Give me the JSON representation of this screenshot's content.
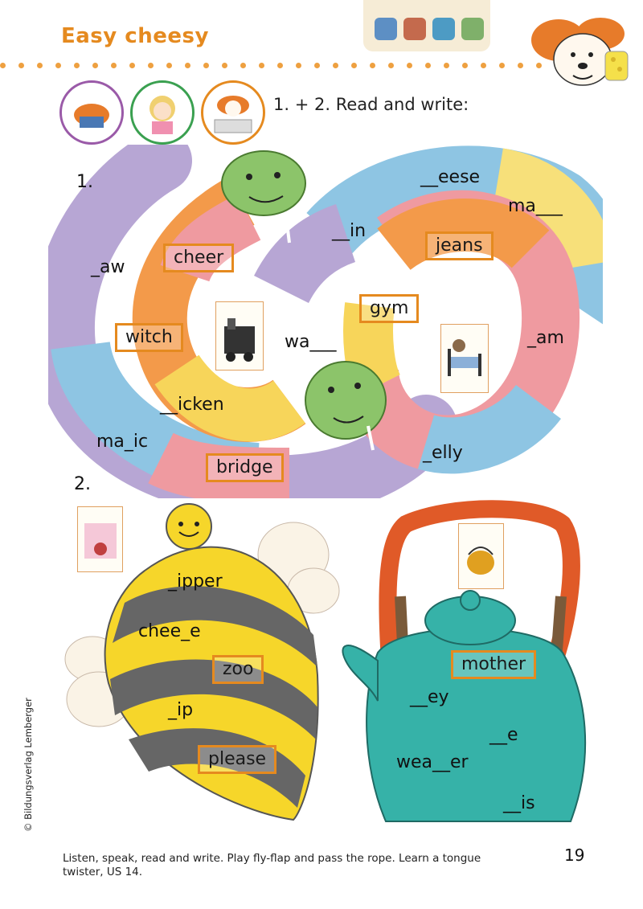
{
  "header": {
    "title": "Easy cheesy",
    "icons": [
      "grammar-card-icon",
      "reading-list-icon",
      "writing-pencil-icon",
      "book-icon"
    ],
    "accent_color": "#e58a1f"
  },
  "instruction": "1. + 2. Read and write:",
  "exercise1": {
    "number": "1.",
    "items": {
      "aw": "_aw",
      "cheer": "cheer",
      "witch": "witch",
      "icken": "__icken",
      "magic": "ma_ic",
      "bridge": "bridge",
      "wa": "wa___",
      "in": "__in",
      "eese": "__eese",
      "ma": "ma___",
      "jeans": "jeans",
      "gym": "gym",
      "am": "_am",
      "elly": "_elly"
    },
    "boxed_words": [
      "cheer",
      "witch",
      "bridge",
      "jeans",
      "gym"
    ]
  },
  "exercise2": {
    "number": "2.",
    "bee_items": {
      "ipper": "_ipper",
      "cheese": "chee_e",
      "zoo": "zoo",
      "ip": "_ip",
      "please": "please"
    },
    "kettle_items": {
      "mother": "mother",
      "ey": "__ey",
      "e": "__e",
      "weather": "wea__er",
      "is": "__is"
    }
  },
  "footer": {
    "text": "Listen, speak, read and write. Play fly-flap and pass the rope. Learn a tongue twister, US 14.",
    "page_number": "19",
    "copyright": "© Bildungsverlag Lemberger"
  }
}
